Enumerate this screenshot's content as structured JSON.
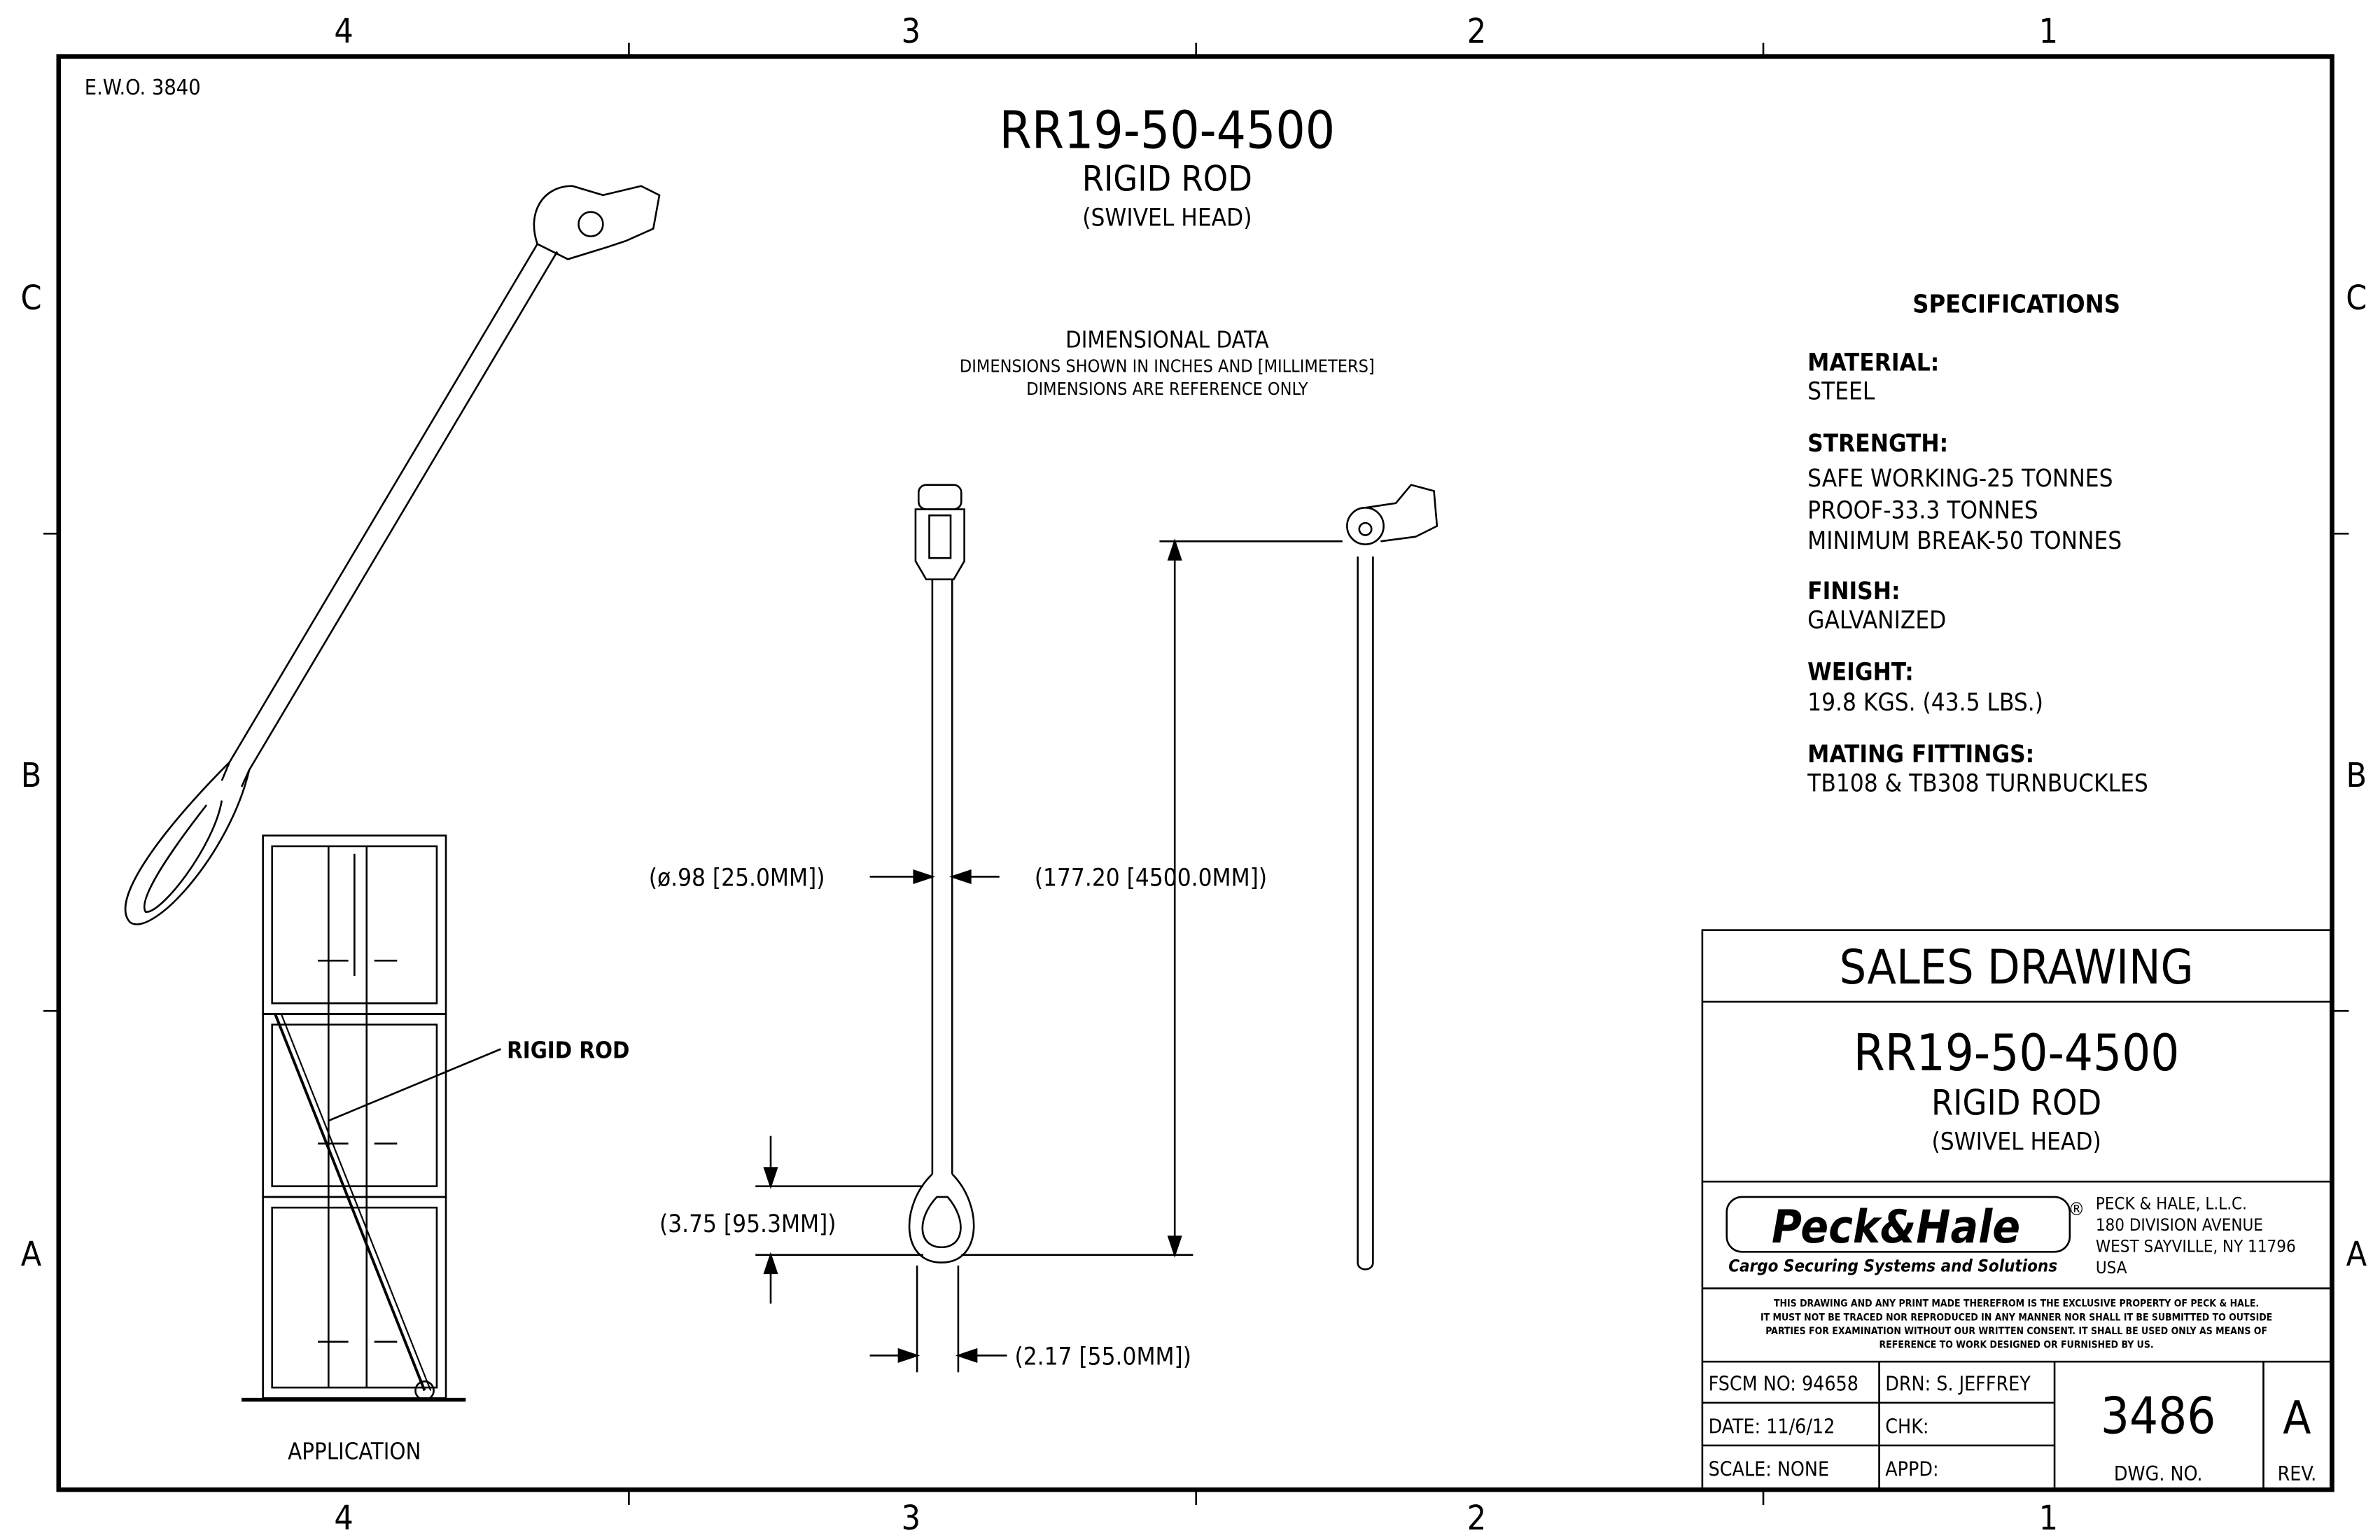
{
  "ewo": "E.W.O. 3840",
  "zones": {
    "columns": [
      "4",
      "3",
      "2",
      "1"
    ],
    "rows": [
      "C",
      "B",
      "A"
    ]
  },
  "title": {
    "part_number": "RR19-50-4500",
    "name": "RIGID ROD",
    "variant": "(SWIVEL HEAD)"
  },
  "dimensional_data": {
    "heading": "DIMENSIONAL DATA",
    "line1": "DIMENSIONS SHOWN IN INCHES AND [MILLIMETERS]",
    "line2": "DIMENSIONS ARE REFERENCE ONLY"
  },
  "dimensions": {
    "diameter": "(ø.98 [25.0MM])",
    "length": "(177.20 [4500.0MM])",
    "eye_length": "(3.75 [95.3MM])",
    "eye_width": "(2.17 [55.0MM])"
  },
  "application": {
    "label": "APPLICATION",
    "callout": "RIGID ROD"
  },
  "specifications": {
    "heading": "SPECIFICATIONS",
    "material_label": "MATERIAL:",
    "material": "STEEL",
    "strength_label": "STRENGTH:",
    "strength": [
      "SAFE WORKING-25 TONNES",
      "PROOF-33.3 TONNES",
      "MINIMUM BREAK-50 TONNES"
    ],
    "finish_label": "FINISH:",
    "finish": "GALVANIZED",
    "weight_label": "WEIGHT:",
    "weight": "19.8 KGS. (43.5 LBS.)",
    "mating_label": "MATING FITTINGS:",
    "mating": "TB108 & TB308 TURNBUCKLES"
  },
  "title_block": {
    "drawing_type": "SALES DRAWING",
    "part_number": "RR19-50-4500",
    "name": "RIGID ROD",
    "variant": "(SWIVEL HEAD)",
    "logo": "Peck&Hale",
    "logo_mark": "®",
    "tagline": "Cargo Securing Systems and Solutions",
    "address": [
      "PECK & HALE, L.L.C.",
      "180 DIVISION AVENUE",
      "WEST SAYVILLE, NY 11796",
      "USA"
    ],
    "notice": [
      "THIS DRAWING AND ANY PRINT MADE THEREFROM IS THE EXCLUSIVE PROPERTY OF PECK & HALE.",
      "IT MUST NOT BE TRACED NOR REPRODUCED IN ANY MANNER NOR SHALL IT BE SUBMITTED TO OUTSIDE",
      "PARTIES FOR EXAMINATION WITHOUT OUR WRITTEN CONSENT.  IT SHALL BE USED ONLY AS MEANS OF",
      "REFERENCE TO WORK DESIGNED OR FURNISHED BY US."
    ],
    "fscm": "FSCM NO: 94658",
    "drn": "DRN: S. JEFFREY",
    "date": "DATE: 11/6/12",
    "chk": "CHK:",
    "scale": "SCALE:  NONE",
    "appd": "APPD:",
    "dwg_no": "3486",
    "dwg_no_label": "DWG. NO.",
    "rev": "A",
    "rev_label": "REV."
  }
}
